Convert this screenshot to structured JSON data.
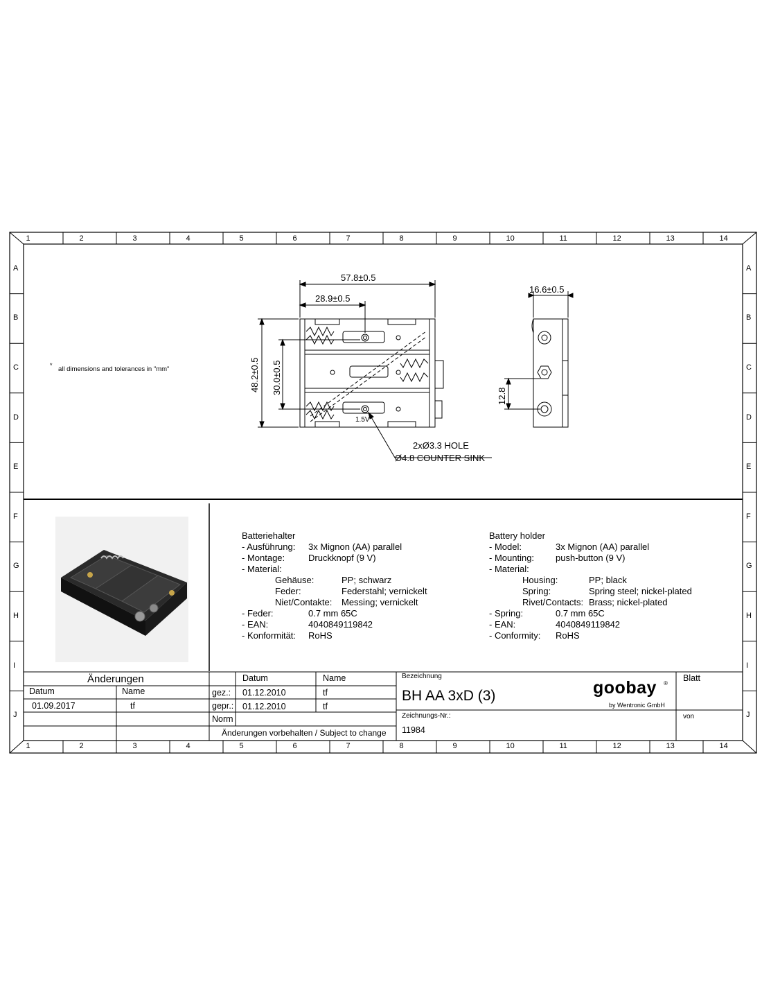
{
  "frame": {
    "columns": [
      "1",
      "2",
      "3",
      "4",
      "5",
      "6",
      "7",
      "8",
      "9",
      "10",
      "11",
      "12",
      "13",
      "14"
    ],
    "rows": [
      "A",
      "B",
      "C",
      "D",
      "E",
      "F",
      "G",
      "H",
      "I",
      "J"
    ]
  },
  "note": {
    "asterisk": "*",
    "text": "all dimensions and tolerances in \"mm\""
  },
  "drawing": {
    "width_dim": "57.8±0.5",
    "half_width_dim": "28.9±0.5",
    "height_dim": "48.2±0.5",
    "hole_spacing_dim": "30.0±0.5",
    "voltage_mark": "1.5V",
    "hole_note_line1": "2xØ3.3 HOLE",
    "hole_note_line2": "Ø4.8 COUNTER SINK",
    "side_width_dim": "16.6±0.5",
    "side_offset_dim": "12.8"
  },
  "specs_de": {
    "title": "Batteriehalter",
    "rows": [
      {
        "label": "- Ausführung:",
        "value": "3x Mignon (AA) parallel"
      },
      {
        "label": "- Montage:",
        "value": "Druckknopf (9 V)"
      },
      {
        "label": "- Material:",
        "value": ""
      },
      {
        "label": "Gehäuse:",
        "value": "PP; schwarz"
      },
      {
        "label": "Feder:",
        "value": "Federstahl; vernickelt"
      },
      {
        "label": "Niet/Contakte:",
        "value": "Messing; vernickelt"
      },
      {
        "label": "- Feder:",
        "value": "0.7 mm 65C"
      },
      {
        "label": "- EAN:",
        "value": "4040849119842"
      },
      {
        "label": "- Konformität:",
        "value": "RoHS"
      }
    ]
  },
  "specs_en": {
    "title": "Battery holder",
    "rows": [
      {
        "label": "- Model:",
        "value": "3x Mignon (AA) parallel"
      },
      {
        "label": "- Mounting:",
        "value": "push-button (9 V)"
      },
      {
        "label": "- Material:",
        "value": ""
      },
      {
        "label": "Housing:",
        "value": "PP; black"
      },
      {
        "label": "Spring:",
        "value": "Spring steel; nickel-plated"
      },
      {
        "label": "Rivet/Contacts:",
        "value": "Brass; nickel-plated"
      },
      {
        "label": "- Spring:",
        "value": "0.7 mm 65C"
      },
      {
        "label": "- EAN:",
        "value": "4040849119842"
      },
      {
        "label": "- Conformity:",
        "value": "RoHS"
      }
    ]
  },
  "title_block": {
    "changes_header": "Änderungen",
    "changes_col_date": "Datum",
    "changes_col_name": "Name",
    "change_date": "01.09.2017",
    "change_name": "tf",
    "col_date": "Datum",
    "col_name": "Name",
    "drawn_label": "gez.:",
    "drawn_date": "01.12.2010",
    "drawn_name": "tf",
    "checked_label": "gepr.:",
    "checked_date": "01.12.2010",
    "checked_name": "tf",
    "norm_label": "Norm",
    "subject_to_change": "Änderungen vorbehalten / Subject to change",
    "designation_label": "Bezeichnung",
    "designation": "BH AA 3xD (3)",
    "drawing_no_label": "Zeichnungs-Nr.:",
    "drawing_no": "11984",
    "sheet_label": "Blatt",
    "of_label": "von",
    "logo_text": "goobay",
    "logo_registered": "®",
    "logo_sub": "by Wentronic GmbH"
  }
}
